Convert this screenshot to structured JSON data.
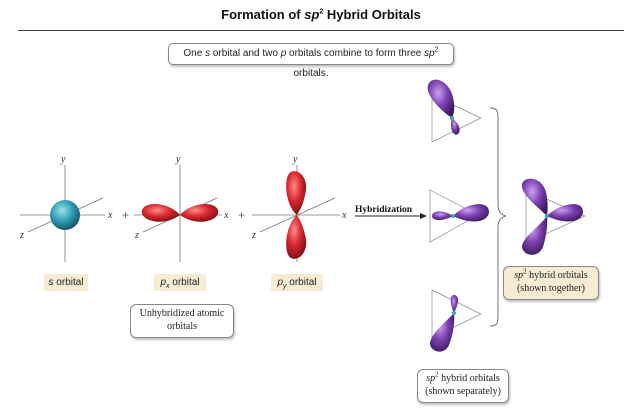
{
  "header": {
    "title_prefix": "Formation of ",
    "title_sp": "sp",
    "title_sup": "2",
    "title_suffix": " Hybrid Orbitals"
  },
  "banner": {
    "part1": "One ",
    "s": "s",
    "part2": " orbital and two ",
    "p": "p",
    "part3": " orbitals combine to form three ",
    "sp": "sp",
    "sup": "2",
    "part4": " orbitals."
  },
  "axes": {
    "x": "x",
    "y": "y",
    "z": "z"
  },
  "operators": {
    "plus": "+"
  },
  "hybridization_label": "Hybridization",
  "labels": {
    "s_orbital": {
      "s": "s",
      "text": " orbital"
    },
    "px_orbital": {
      "p": "p",
      "sub": "x",
      "text": " orbital"
    },
    "py_orbital": {
      "p": "p",
      "sub": "y",
      "text": " orbital"
    }
  },
  "unhybridized_box": {
    "line1": "Unhybridized atomic",
    "line2": "orbitals"
  },
  "together_box": {
    "sp": "sp",
    "sup": "2",
    "line1": " hybrid orbitals",
    "line2": "(shown together)"
  },
  "separate_box": {
    "sp": "sp",
    "sup": "2",
    "line1": " hybrid orbitals",
    "line2": "(shown separately)"
  },
  "colors": {
    "s_orbital": "#2f9db5",
    "p_orbital": "#d7262e",
    "hybrid_orbital": "#7b3fb0",
    "label_bg": "#f7ecd3"
  }
}
